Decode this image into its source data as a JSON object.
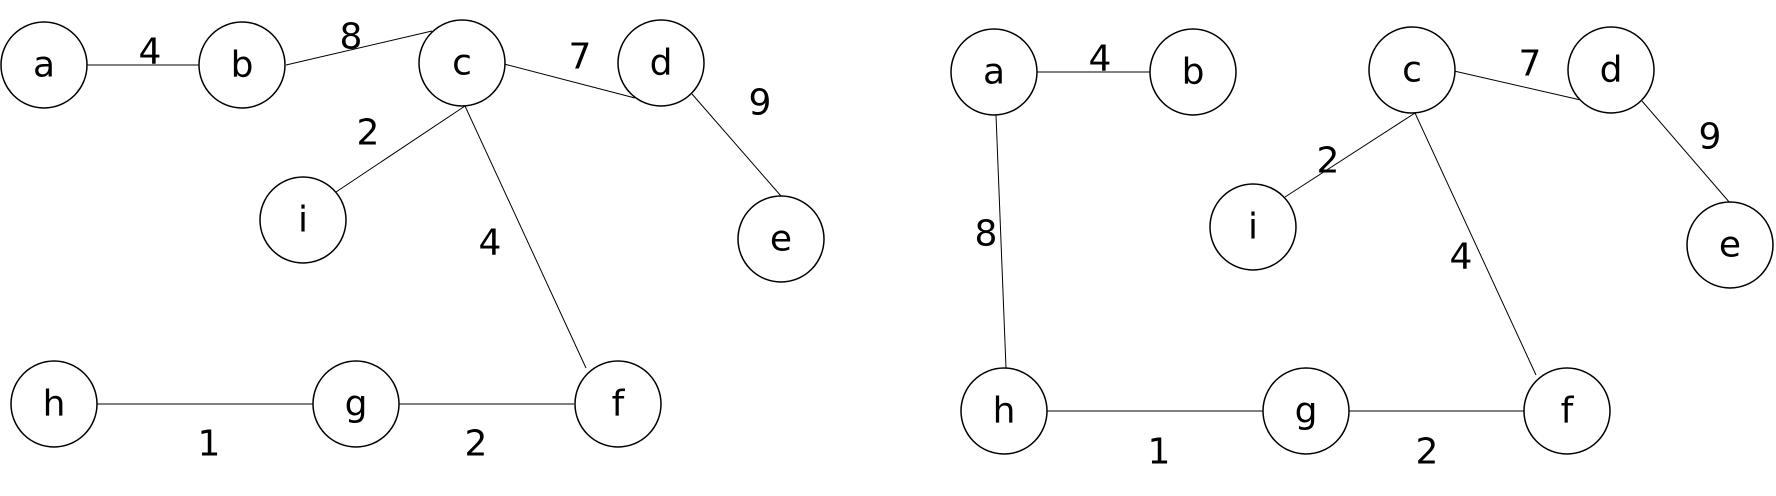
{
  "graphs": [
    {
      "nodes": [
        {
          "id": "a",
          "label": "a"
        },
        {
          "id": "b",
          "label": "b"
        },
        {
          "id": "c",
          "label": "c"
        },
        {
          "id": "d",
          "label": "d"
        },
        {
          "id": "e",
          "label": "e"
        },
        {
          "id": "i",
          "label": "i"
        },
        {
          "id": "f",
          "label": "f"
        },
        {
          "id": "g",
          "label": "g"
        },
        {
          "id": "h",
          "label": "h"
        }
      ],
      "edges": [
        {
          "from": "a",
          "to": "b",
          "weight": "4"
        },
        {
          "from": "b",
          "to": "c",
          "weight": "8"
        },
        {
          "from": "c",
          "to": "d",
          "weight": "7"
        },
        {
          "from": "d",
          "to": "e",
          "weight": "9"
        },
        {
          "from": "c",
          "to": "i",
          "weight": "2"
        },
        {
          "from": "c",
          "to": "f",
          "weight": "4"
        },
        {
          "from": "h",
          "to": "g",
          "weight": "1"
        },
        {
          "from": "g",
          "to": "f",
          "weight": "2"
        }
      ]
    },
    {
      "nodes": [
        {
          "id": "a",
          "label": "a"
        },
        {
          "id": "b",
          "label": "b"
        },
        {
          "id": "c",
          "label": "c"
        },
        {
          "id": "d",
          "label": "d"
        },
        {
          "id": "e",
          "label": "e"
        },
        {
          "id": "i",
          "label": "i"
        },
        {
          "id": "f",
          "label": "f"
        },
        {
          "id": "g",
          "label": "g"
        },
        {
          "id": "h",
          "label": "h"
        }
      ],
      "edges": [
        {
          "from": "a",
          "to": "b",
          "weight": "4"
        },
        {
          "from": "a",
          "to": "h",
          "weight": "8"
        },
        {
          "from": "c",
          "to": "d",
          "weight": "7"
        },
        {
          "from": "d",
          "to": "e",
          "weight": "9"
        },
        {
          "from": "c",
          "to": "i",
          "weight": "2"
        },
        {
          "from": "c",
          "to": "f",
          "weight": "4"
        },
        {
          "from": "h",
          "to": "g",
          "weight": "1"
        },
        {
          "from": "g",
          "to": "f",
          "weight": "2"
        }
      ]
    }
  ]
}
